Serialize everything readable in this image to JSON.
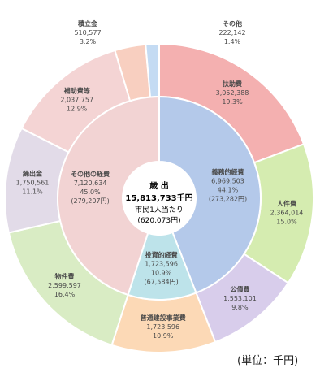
{
  "chart_data": {
    "type": "pie",
    "center": {
      "title": "歳 出",
      "total": "15,813,733千円",
      "per_capita_label": "市民1人当たり",
      "per_capita": "(620,073円)"
    },
    "unit_note": "(単位：千円)",
    "inner": [
      {
        "name": "義務的経費",
        "value": 6969503,
        "value_label": "6,969,503",
        "percent": "44.1%",
        "per_capita": "(273,282円)",
        "color": "#b4c9ea"
      },
      {
        "name": "投資的経費",
        "value": 1723596,
        "value_label": "1,723,596",
        "percent": "10.9%",
        "per_capita": "(67,584円)",
        "color": "#bde3ea"
      },
      {
        "name": "その他の経費",
        "value": 7120634,
        "value_label": "7,120,634",
        "percent": "45.0%",
        "per_capita": "(279,207円)",
        "color": "#f2d3d3"
      }
    ],
    "outer": [
      {
        "name": "扶助費",
        "value": 3052388,
        "value_label": "3,052,388",
        "percent": "19.3%",
        "color": "#f4b0b0"
      },
      {
        "name": "人件費",
        "value": 2364014,
        "value_label": "2,364,014",
        "percent": "15.0%",
        "color": "#d5ecb0"
      },
      {
        "name": "公債費",
        "value": 1553101,
        "value_label": "1,553,101",
        "percent": "9.8%",
        "color": "#d8cdeb"
      },
      {
        "name": "普通建設事業費",
        "value": 1723596,
        "value_label": "1,723,596",
        "percent": "10.9%",
        "color": "#fcd9b6"
      },
      {
        "name": "物件費",
        "value": 2599597,
        "value_label": "2,599,597",
        "percent": "16.4%",
        "color": "#d9ecc4"
      },
      {
        "name": "繰出金",
        "value": 1750561,
        "value_label": "1,750,561",
        "percent": "11.1%",
        "color": "#e2dbe8"
      },
      {
        "name": "補助費等",
        "value": 2037757,
        "value_label": "2,037,757",
        "percent": "12.9%",
        "color": "#f4d4d4"
      },
      {
        "name": "積立金",
        "value": 510577,
        "value_label": "510,577",
        "percent": "3.2%",
        "color": "#f8cfc0"
      },
      {
        "name": "その他",
        "value": 222142,
        "value_label": "222,142",
        "percent": "1.4%",
        "color": "#c4dbf3"
      }
    ]
  }
}
